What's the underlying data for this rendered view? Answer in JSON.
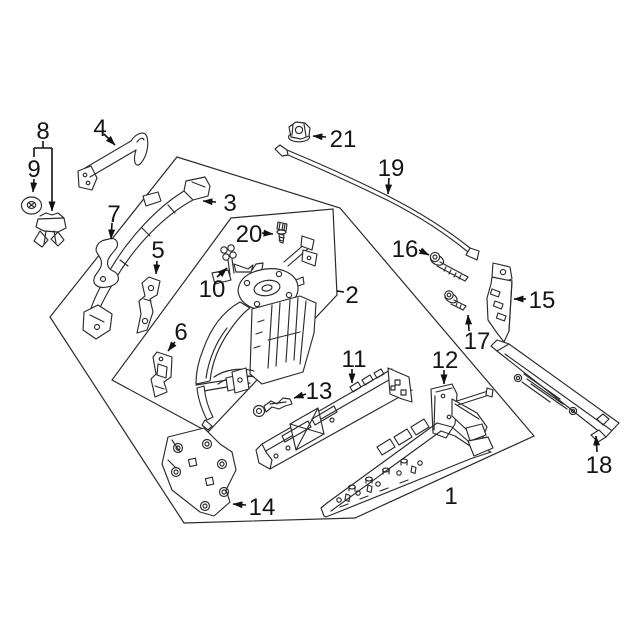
{
  "figure": {
    "type": "exploded-parts-diagram",
    "background_color": "#ffffff",
    "line_color": "#2b2b2b",
    "label_color": "#141414",
    "callout_count": 21
  },
  "callouts": [
    {
      "number": "1"
    },
    {
      "number": "2"
    },
    {
      "number": "3"
    },
    {
      "number": "4"
    },
    {
      "number": "5"
    },
    {
      "number": "6"
    },
    {
      "number": "7"
    },
    {
      "number": "8"
    },
    {
      "number": "9"
    },
    {
      "number": "10"
    },
    {
      "number": "11"
    },
    {
      "number": "12"
    },
    {
      "number": "13"
    },
    {
      "number": "14"
    },
    {
      "number": "15"
    },
    {
      "number": "16"
    },
    {
      "number": "17"
    },
    {
      "number": "18"
    },
    {
      "number": "19"
    },
    {
      "number": "20"
    },
    {
      "number": "21"
    }
  ]
}
